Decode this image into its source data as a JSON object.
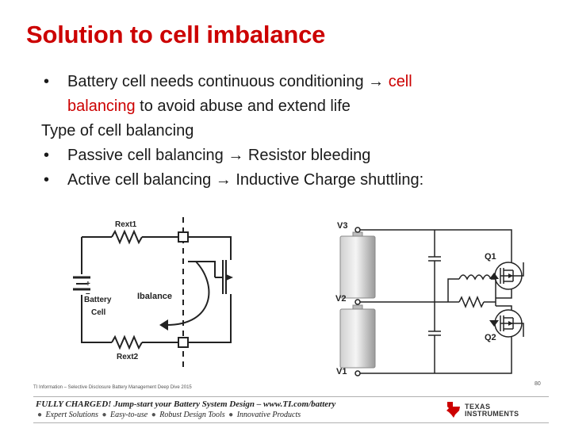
{
  "title": "Solution to cell imbalance",
  "bullets": {
    "b1": {
      "text_a": "Battery cell needs continuous conditioning → ",
      "highlight_a": "cell",
      "highlight_b": "balancing",
      "text_b": " to avoid abuse and extend life"
    },
    "heading": "Type of cell balancing",
    "b2": "Passive cell balancing → Resistor bleeding",
    "b3": "Active cell balancing → Inductive Charge shuttling:"
  },
  "bullet_symbol": "•",
  "passive_diagram": {
    "rext1": "Rext1",
    "rext2": "Rext2",
    "ibalance": "Ibalance",
    "battery_label1": "Battery",
    "battery_label2": "Cell",
    "plus": "+",
    "minus": "–"
  },
  "active_diagram": {
    "v3": "V3",
    "v2": "V2",
    "v1": "V1",
    "q1": "Q1",
    "q2": "Q2"
  },
  "footnote": "TI Information – Selective Disclosure  Battery Management Deep Dive 2015",
  "page_number": "80",
  "footer": {
    "line1": "FULLY CHARGED! Jump-start your Battery System Design – www.TI.com/battery",
    "items": [
      "Expert Solutions",
      "Easy-to-use",
      "Robust Design Tools",
      "Innovative Products"
    ],
    "separator": "●",
    "logo_line1": "TEXAS",
    "logo_line2": "INSTRUMENTS"
  },
  "colors": {
    "title": "#cc0000",
    "highlight": "#cc0000",
    "text": "#1a1a1a",
    "logo": "#cc0000"
  }
}
